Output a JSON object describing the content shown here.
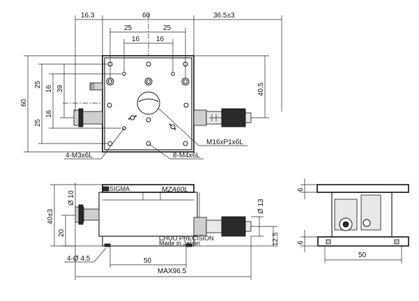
{
  "top_view": {
    "dims": {
      "left_offset": "16.3",
      "width": "60",
      "micrometer_extend": "36.5±3",
      "half_25_left": "25",
      "half_25_right": "25",
      "half_16_left": "16",
      "half_16_right": "16",
      "height": "60",
      "v_25_upper": "25",
      "v_25_lower": "25",
      "v_16_upper": "16",
      "v_16_lower": "16",
      "v_39": "39",
      "right_40_5": "40.5"
    },
    "callouts": {
      "thread": "M16xP1x6L",
      "m3_holes": "4-M3x6L",
      "m4_holes": "8-M4x6L"
    }
  },
  "front_view": {
    "dims": {
      "height_total": "40±3",
      "base_20": "20",
      "dia_10": "Ø 10",
      "dia_13": "Ø 13",
      "right_12_5": "12.5",
      "bottom_50": "50",
      "max_len": "MAX96.5",
      "mount_holes": "4-Ø 4.5"
    },
    "model_label": "MZA60L",
    "brand_label": "SIGMA",
    "maker_text_1": "CHUO PRECISION",
    "maker_text_2": "Made in Japan"
  },
  "side_view": {
    "dims": {
      "top_6": "6",
      "bottom_6": "6",
      "bottom_50": "50"
    }
  }
}
